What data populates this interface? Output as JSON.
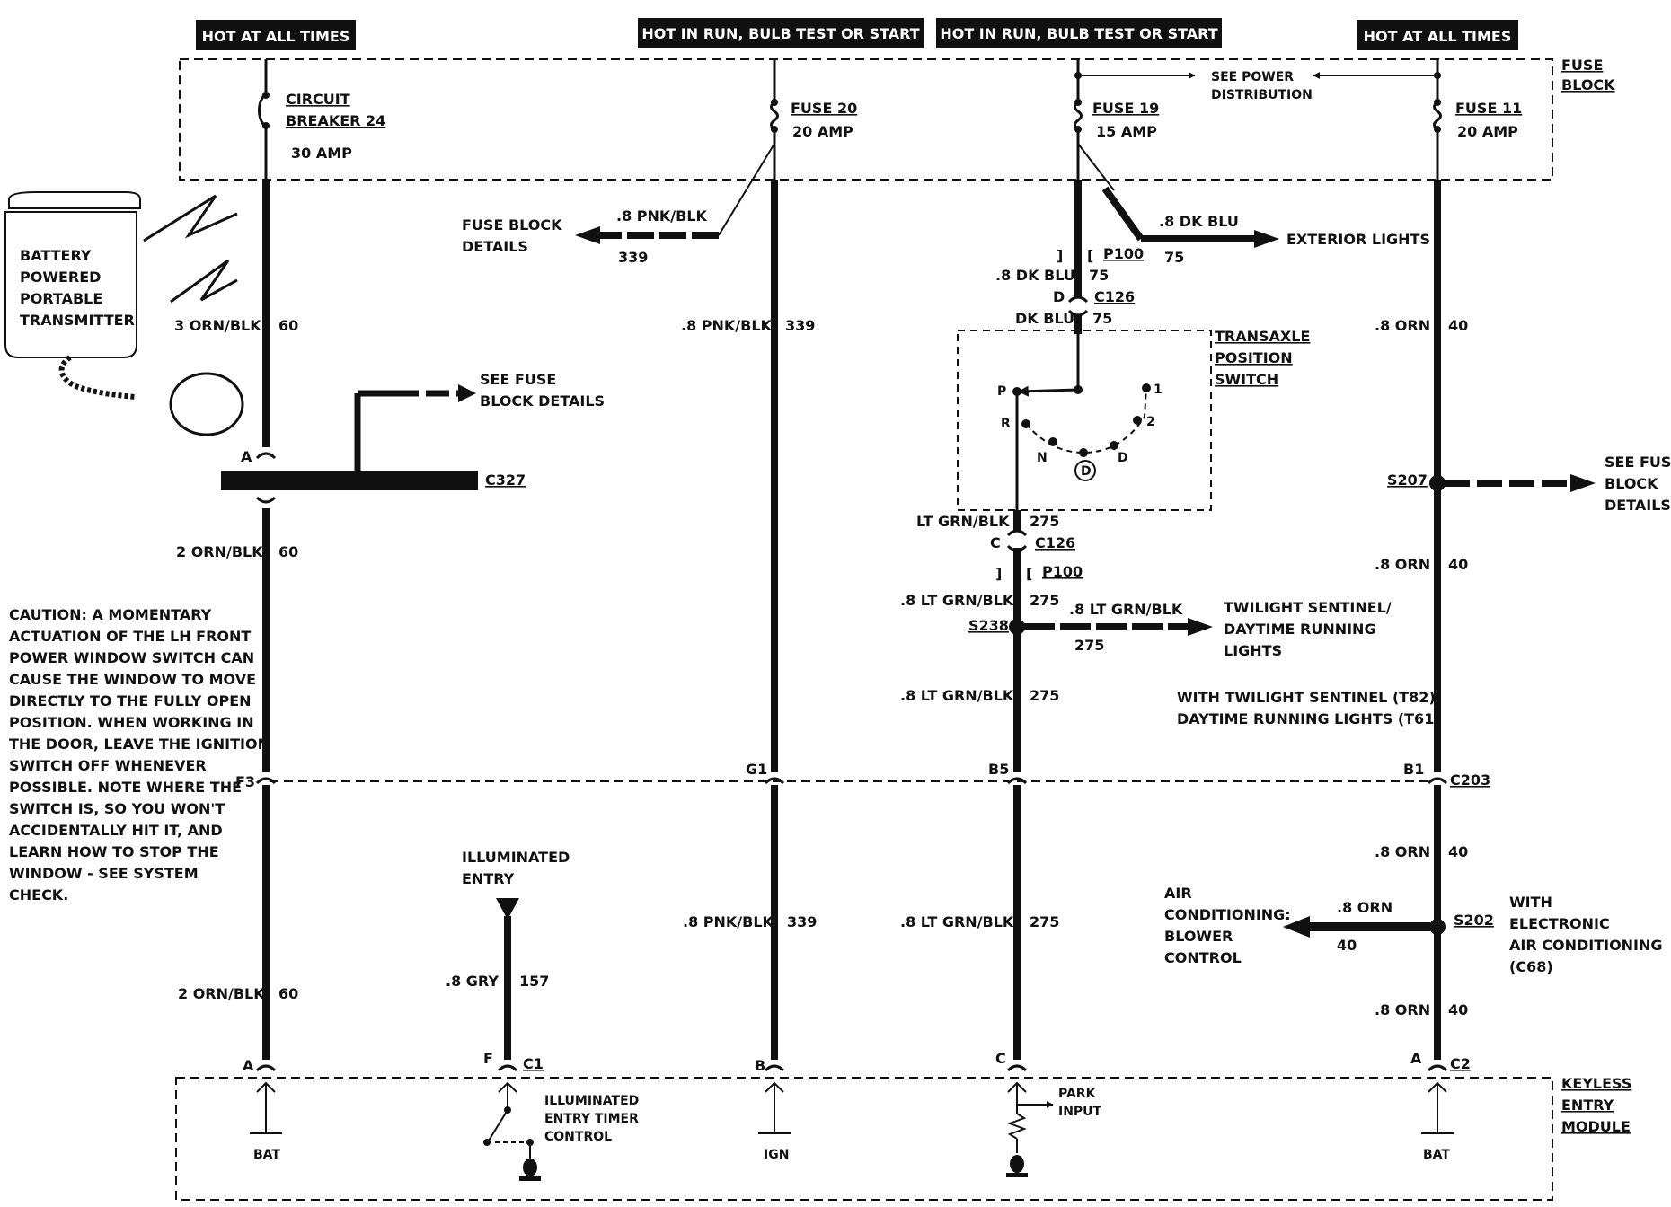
{
  "power_labels": {
    "hot1": "HOT AT ALL TIMES",
    "hot2": "HOT IN RUN, BULB TEST OR START",
    "hot3": "HOT IN RUN, BULB TEST OR START",
    "hot4": "HOT AT ALL TIMES"
  },
  "fuse_block": {
    "label_line1": "FUSE",
    "label_line2": "BLOCK",
    "cb24_line1": "CIRCUIT",
    "cb24_line2": "BREAKER 24",
    "cb24_rating": "30 AMP",
    "fuse20_name": "FUSE 20",
    "fuse20_rating": "20 AMP",
    "fuse19_name": "FUSE 19",
    "fuse19_rating": "15 AMP",
    "fuse11_name": "FUSE 11",
    "fuse11_rating": "20 AMP",
    "see_power_line1": "SEE POWER",
    "see_power_line2": "DISTRIBUTION"
  },
  "transmitter": {
    "line1": "BATTERY",
    "line2": "POWERED",
    "line3": "PORTABLE",
    "line4": "TRANSMITTER"
  },
  "wires": {
    "w60_top": "3 ORN/BLK",
    "w60_top_num": "60",
    "w60_mid": "2 ORN/BLK",
    "w60_mid_num": "60",
    "w60_bot": "2 ORN/BLK",
    "w60_bot_num": "60",
    "w339_branch": ".8 PNK/BLK",
    "w339_branch_num": "339",
    "w339_top": ".8 PNK/BLK",
    "w339_top_num": "339",
    "w339_bot": ".8 PNK/BLK",
    "w339_bot_num": "339",
    "w75_branch": ".8 DK BLU",
    "w75_branch_num": "75",
    "w75_a": ".8 DK BLU",
    "w75_a_num": "75",
    "w75_b": "DK BLU",
    "w75_b_num": "75",
    "w275_a": "LT GRN/BLK",
    "w275_a_num": "275",
    "w275_b": ".8 LT GRN/BLK",
    "w275_b_num": "275",
    "w275_branch": ".8 LT GRN/BLK",
    "w275_branch_num": "275",
    "w275_c": ".8 LT GRN/BLK",
    "w275_c_num": "275",
    "w275_d": ".8 LT GRN/BLK",
    "w275_d_num": "275",
    "w40_a": ".8 ORN",
    "w40_a_num": "40",
    "w40_b": ".8 ORN",
    "w40_b_num": "40",
    "w40_c": ".8 ORN",
    "w40_c_num": "40",
    "w40_branch": ".8 ORN",
    "w40_branch_num": "40",
    "w40_d": ".8 ORN",
    "w40_d_num": "40",
    "w157": ".8 GRY",
    "w157_num": "157"
  },
  "connectors": {
    "p100_top": "P100",
    "c126_d_letter": "D",
    "c126_top": "C126",
    "c327": "C327",
    "c327_pin": "A",
    "c126_c_letter": "C",
    "c126_bot": "C126",
    "p100_bot": "P100",
    "s238": "S238",
    "s207": "S207",
    "s202": "S202",
    "c203": "C203",
    "pin_f3": "F3",
    "pin_g1": "G1",
    "pin_b5": "B5",
    "pin_b1": "B1",
    "mod_pin_a1": "A",
    "mod_pin_f": "F",
    "mod_c1": "C1",
    "mod_pin_b": "B",
    "mod_pin_c": "C",
    "mod_pin_a2": "A",
    "mod_c2": "C2"
  },
  "destinations": {
    "fuse_block_details1_l1": "FUSE BLOCK",
    "fuse_block_details1_l2": "DETAILS",
    "exterior_lights": "EXTERIOR LIGHTS",
    "see_fuse_block_l1": "SEE FUSE",
    "see_fuse_block_l2": "BLOCK DETAILS",
    "see_fuse_right_l1": "SEE FUSE",
    "see_fuse_right_l2": "BLOCK",
    "see_fuse_right_l3": "DETAILS",
    "twilight_l1": "TWILIGHT SENTINEL/",
    "twilight_l2": "DAYTIME RUNNING",
    "twilight_l3": "LIGHTS",
    "twilight_note_l1": "WITH TWILIGHT SENTINEL (T82)/",
    "twilight_note_l2": "DAYTIME RUNNING LIGHTS (T61)",
    "ac_l1": "AIR",
    "ac_l2": "CONDITIONING:",
    "ac_l3": "BLOWER",
    "ac_l4": "CONTROL",
    "ac_note_l1": "WITH",
    "ac_note_l2": "ELECTRONIC",
    "ac_note_l3": "AIR CONDITIONING",
    "ac_note_l4": "(C68)",
    "illum_l1": "ILLUMINATED",
    "illum_l2": "ENTRY"
  },
  "transaxle": {
    "title_l1": "TRANSAXLE",
    "title_l2": "POSITION",
    "title_l3": "SWITCH",
    "pos_p": "P",
    "pos_r": "R",
    "pos_n": "N",
    "pos_d_circle": "D",
    "pos_d": "D",
    "pos_2": "2",
    "pos_1": "1"
  },
  "caution": [
    "CAUTION:  A MOMENTARY",
    "ACTUATION OF THE LH FRONT",
    "POWER WINDOW SWITCH CAN",
    "CAUSE THE WINDOW TO MOVE",
    "DIRECTLY TO THE FULLY OPEN",
    "POSITION.  WHEN WORKING IN",
    "THE DOOR, LEAVE THE IGNITION",
    "SWITCH OFF WHENEVER",
    "POSSIBLE.  NOTE WHERE THE",
    "SWITCH IS, SO YOU WON'T",
    "ACCIDENTALLY HIT IT, AND",
    "LEARN HOW TO STOP THE",
    "WINDOW - SEE SYSTEM",
    "CHECK."
  ],
  "module": {
    "label_l1": "KEYLESS",
    "label_l2": "ENTRY",
    "label_l3": "MODULE",
    "bat1": "BAT",
    "timer_l1": "ILLUMINATED",
    "timer_l2": "ENTRY TIMER",
    "timer_l3": "CONTROL",
    "ign": "IGN",
    "park_l1": "PARK",
    "park_l2": "INPUT",
    "bat2": "BAT"
  }
}
